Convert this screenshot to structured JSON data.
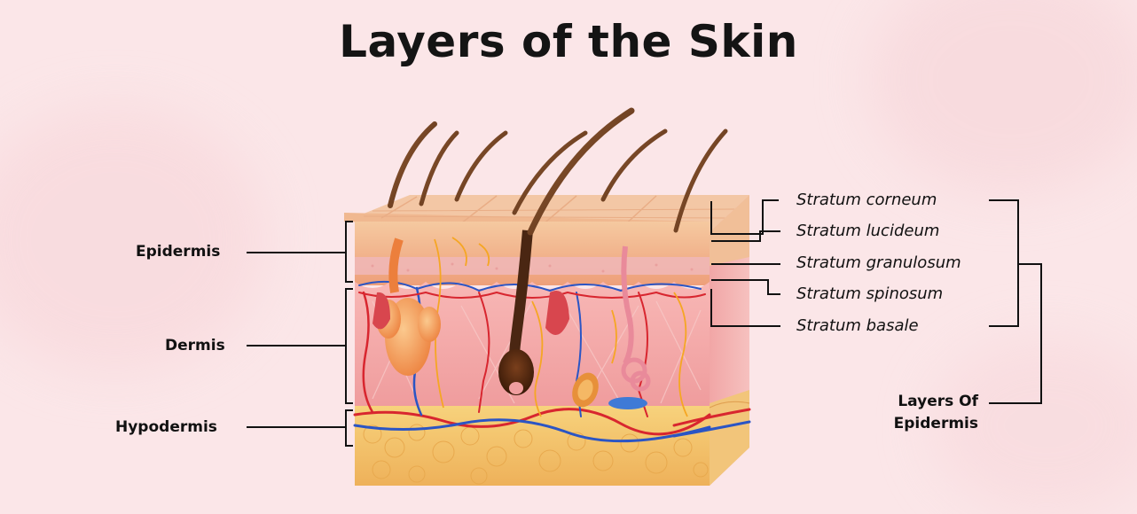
{
  "title": "Layers of the Skin",
  "layers": {
    "epidermis": "Epidermis",
    "dermis": "Dermis",
    "hypodermis": "Hypodermis"
  },
  "strata": [
    "Stratum corneum",
    "Stratum lucideum",
    "Stratum granulosum",
    "Stratum spinosum",
    "Stratum basale"
  ],
  "epidermis_group_label": "Layers Of Epidermis",
  "colors": {
    "background": "#fbe6e8",
    "epidermis": "#f2b98e",
    "dermis": "#f4a9ab",
    "hypodermis": "#f3c96a",
    "artery": "#d8262f",
    "vein": "#2b55c4",
    "nerve": "#f5a623",
    "hair": "#6b3b1f"
  }
}
